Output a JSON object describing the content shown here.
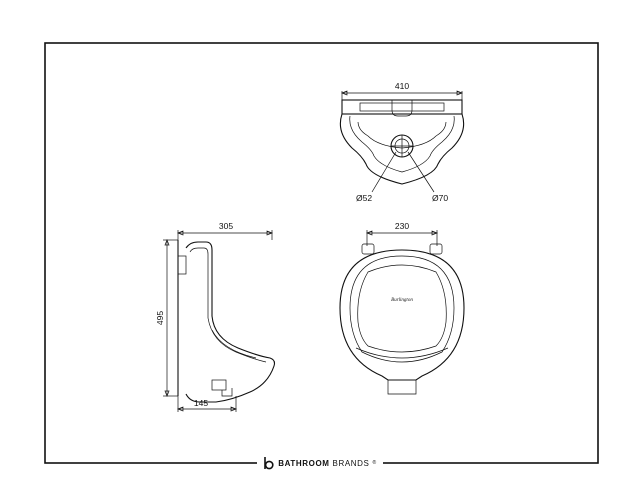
{
  "drawing": {
    "dimensions": {
      "top_width": "410",
      "outlet_small": "Ø52",
      "outlet_large": "Ø70",
      "side_depth": "305",
      "side_height": "495",
      "side_base": "145",
      "front_width": "230"
    },
    "badge_text": "Burlington"
  },
  "brand": {
    "name_part1": "BATHROOM",
    "name_part2": "BRANDS",
    "registered": "®"
  }
}
